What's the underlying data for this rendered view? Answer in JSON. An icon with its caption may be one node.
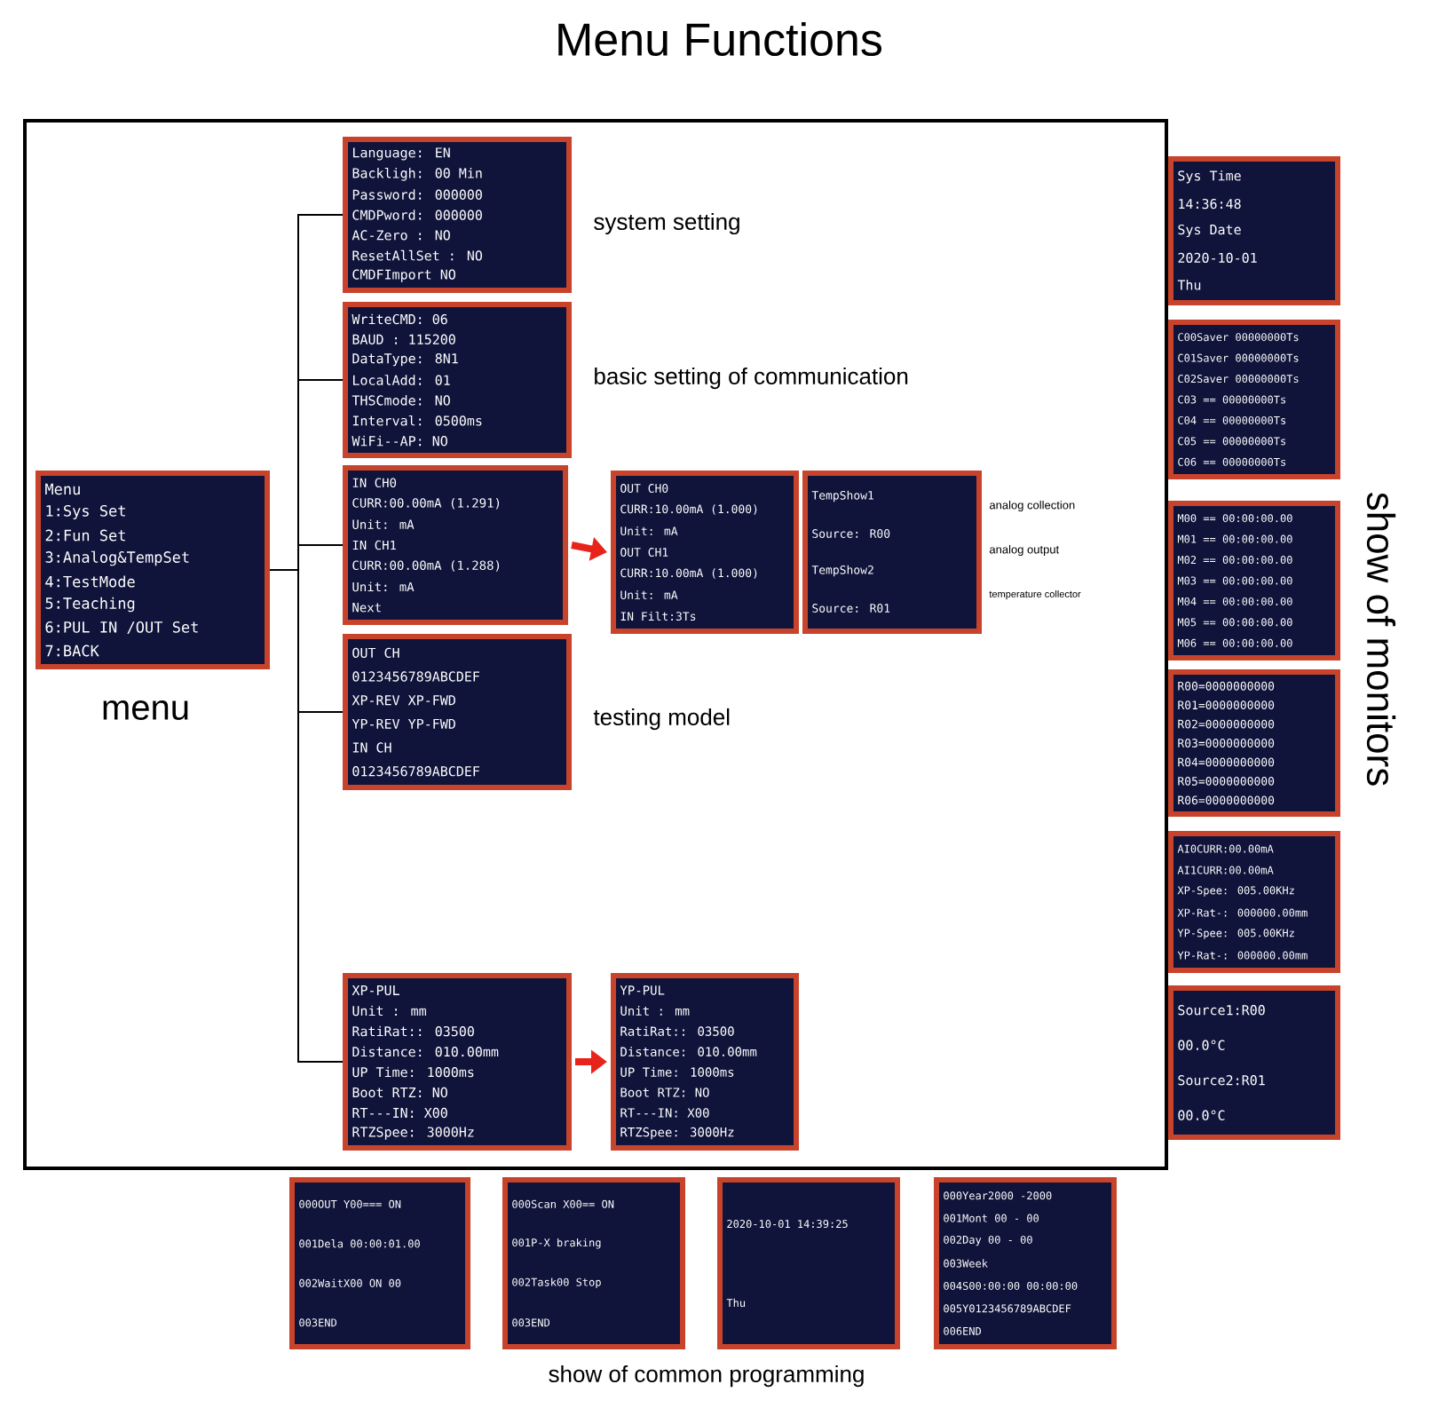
{
  "diagram": {
    "title": "Menu Functions",
    "nodes": [
      {
        "text": [
          "Menu",
          "1:Sys Set",
          "2:Fun Set",
          "3:Analog&TempSet",
          "4:TestMode",
          "5:Teaching",
          "6:PUL IN /OUT Set",
          "7:BACK"
        ],
        "beside": [
          "menu"
        ]
      },
      {
        "text": [
          "Language: EN",
          "Backligh: 00 Min",
          "Password: 000000",
          "CMDPword: 000000",
          "AC-Zero : NO",
          "ResetAllSet : NO",
          "CMDFImport NO"
        ],
        "beside": [
          "system setting"
        ]
      },
      {
        "text": [
          "WriteCMD: 06",
          "BAUD : 115200",
          "DataType: 8N1",
          "LocalAdd: 01",
          "THSCmode: NO",
          "Interval: 0500ms",
          "WiFi--AP: NO"
        ],
        "beside": [
          "basic setting of communication"
        ]
      },
      {
        "text": [
          "IN CH0",
          "CURR:00.00mA (1.291)",
          "Unit: mA",
          "IN CH1",
          "CURR:00.00mA (1.288)",
          "Unit: mA",
          "Next"
        ]
      },
      {
        "text": [
          "OUT CH0",
          "CURR:10.00mA (1.000)",
          "Unit: mA",
          "OUT CH1",
          "CURR:10.00mA (1.000)",
          "Unit: mA",
          "IN Filt:3Ts"
        ]
      },
      {
        "text": [
          "TempShow1",
          "Source: R00",
          "TempShow2",
          "Source: R01"
        ]
      },
      {
        "text": [
          "OUT CH",
          "0123456789ABCDEF",
          "XP-REV XP-FWD",
          "YP-REV YP-FWD",
          "IN CH",
          "0123456789ABCDEF"
        ],
        "beside": [
          "testing model"
        ]
      },
      {
        "text": [
          "XP-PUL",
          "Unit : mm",
          "RatiRat:: 03500",
          "Distance: 010.00mm",
          "UP Time: 1000ms",
          "Boot RTZ: NO",
          "RT---IN: X00",
          "RTZSpee: 3000Hz"
        ]
      },
      {
        "text": [
          "YP-PUL",
          "Unit : mm",
          "RatiRat:: 03500",
          "Distance: 010.00mm",
          "UP Time: 1000ms",
          "Boot RTZ: NO",
          "RT---IN: X00",
          "RTZSpee: 3000Hz"
        ]
      },
      {
        "text": [
          "Sys Time",
          "14:36:48",
          "Sys Date",
          "2020-10-01",
          "Thu"
        ]
      },
      {
        "text": [
          "C00Saver 00000000Ts",
          "C01Saver 00000000Ts",
          "C02Saver 00000000Ts",
          "C03 == 00000000Ts",
          "C04 == 00000000Ts",
          "C05 == 00000000Ts",
          "C06 == 00000000Ts"
        ]
      },
      {
        "text": [
          "M00 == 00:00:00.00",
          "M01 == 00:00:00.00",
          "M02 == 00:00:00.00",
          "M03 == 00:00:00.00",
          "M04 == 00:00:00.00",
          "M05 == 00:00:00.00",
          "M06 == 00:00:00.00"
        ]
      },
      {
        "text": [
          "R00=0000000000",
          "R01=0000000000",
          "R02=0000000000",
          "R03=0000000000",
          "R04=0000000000",
          "R05=0000000000",
          "R06=0000000000"
        ]
      },
      {
        "text": [
          "AI0CURR:00.00mA",
          "AI1CURR:00.00mA",
          "XP-Spee: 005.00KHz",
          "XP-Rat-: 000000.00mm",
          "YP-Spee: 005.00KHz",
          "YP-Rat-: 000000.00mm"
        ]
      },
      {
        "text": [
          "Source1:R00",
          "00.0°C",
          "Source2:R01",
          "00.0°C"
        ]
      },
      {
        "text": [
          "000OUT Y00=== ON",
          "001Dela 00:00:01.00",
          "002WaitX00 ON 00",
          "003END"
        ]
      },
      {
        "text": [
          "000Scan X00== ON",
          "001P-X braking",
          "002Task00 Stop",
          "003END"
        ]
      },
      {
        "text": [
          "2020-10-01 14:39:25",
          "Thu"
        ]
      },
      {
        "text": [
          "000Year2000 -2000",
          "001Mont 00 - 00",
          "002Day 00 - 00",
          "003Week",
          "004S00:00:00 00:00:00",
          "005Y0123456789ABCDEF",
          "006END"
        ]
      }
    ],
    "edges": [
      {
        "from": 0,
        "to": 1,
        "arrow": "none"
      },
      {
        "from": 0,
        "to": 2,
        "arrow": "none"
      },
      {
        "from": 0,
        "to": 3,
        "arrow": "none"
      },
      {
        "from": 0,
        "to": 6,
        "arrow": "none"
      },
      {
        "from": 0,
        "to": 7,
        "arrow": "none"
      },
      {
        "from": 3,
        "to": 4,
        "arrow": "to",
        "style": "thick",
        "color": "#e8231a"
      },
      {
        "from": 7,
        "to": 8,
        "arrow": "to",
        "style": "thick",
        "color": "#e8231a"
      }
    ],
    "labels": [
      "analog collection",
      "analog output",
      "temperature collector",
      "show of monitors",
      "show of common programming"
    ]
  }
}
